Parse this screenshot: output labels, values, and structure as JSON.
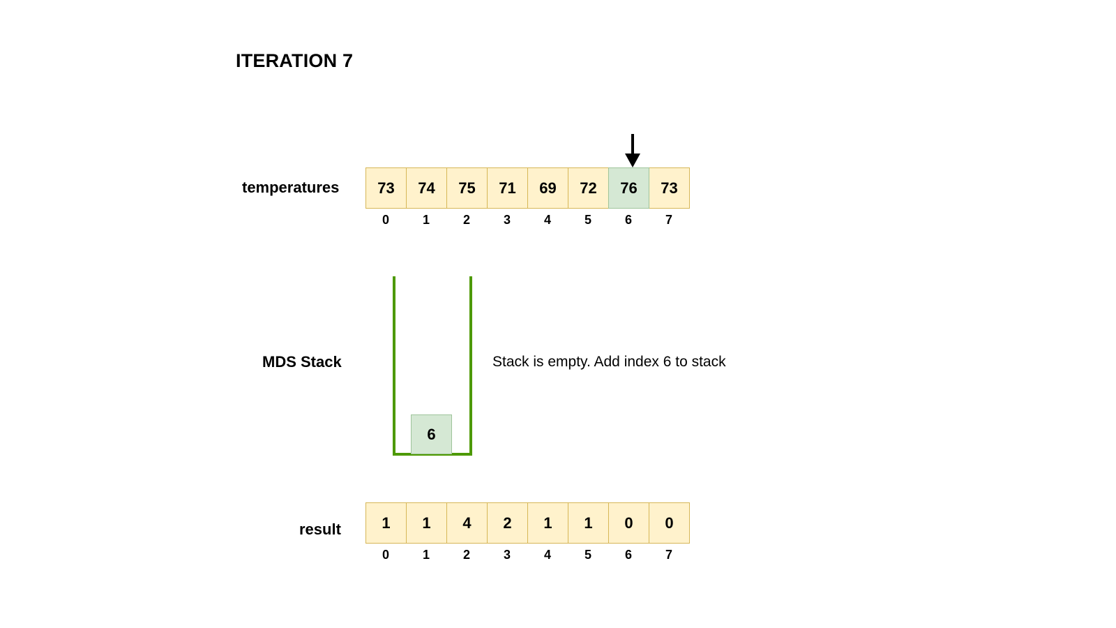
{
  "title": "ITERATION 7",
  "temperatures": {
    "label": "temperatures",
    "values": [
      "73",
      "74",
      "75",
      "71",
      "69",
      "72",
      "76",
      "73"
    ],
    "indices": [
      "0",
      "1",
      "2",
      "3",
      "4",
      "5",
      "6",
      "7"
    ],
    "highlight_index": 6
  },
  "stack": {
    "label": "MDS Stack",
    "items": [
      "6"
    ],
    "message": "Stack is empty. Add index 6 to stack"
  },
  "result": {
    "label": "result",
    "values": [
      "1",
      "1",
      "4",
      "2",
      "1",
      "1",
      "0",
      "0"
    ],
    "indices": [
      "0",
      "1",
      "2",
      "3",
      "4",
      "5",
      "6",
      "7"
    ]
  },
  "colors": {
    "cell_fill": "#fff2cc",
    "cell_border": "#d6b656",
    "highlight_fill": "#d5e8d4",
    "stack_border": "#4d9900"
  },
  "icons": {
    "pointer": "arrow-down-icon"
  }
}
